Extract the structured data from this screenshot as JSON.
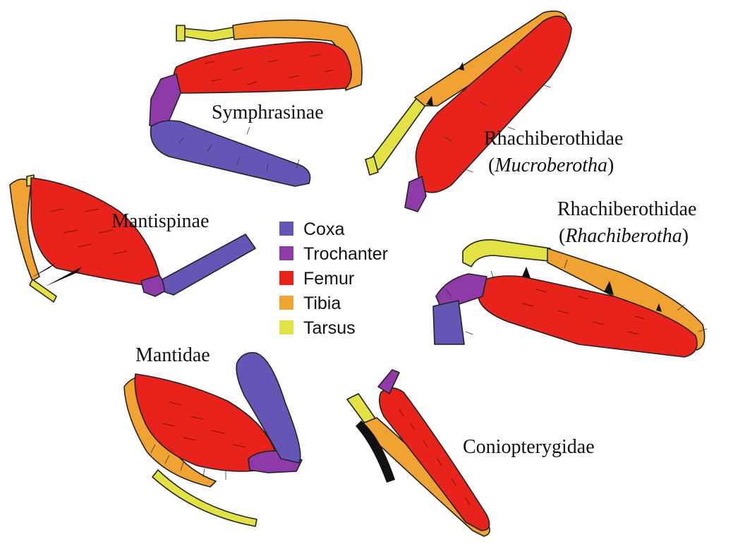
{
  "taxa": {
    "symphrasinae": "Symphrasinae",
    "rhachiberothidae_1": {
      "family": "Rhachiberothidae",
      "genus": "Mucroberotha"
    },
    "rhachiberothidae_2": {
      "family": "Rhachiberothidae",
      "genus": "Rhachiberotha"
    },
    "mantispinae": "Mantispinae",
    "mantidae": "Mantidae",
    "coniopterygidae": "Coniopterygidae"
  },
  "legend": {
    "items": [
      {
        "label": "Coxa",
        "color": "#6655b5"
      },
      {
        "label": "Trochanter",
        "color": "#8e3aa8"
      },
      {
        "label": "Femur",
        "color": "#e8231c"
      },
      {
        "label": "Tibia",
        "color": "#f0a232"
      },
      {
        "label": "Tarsus",
        "color": "#e2e244"
      }
    ]
  }
}
